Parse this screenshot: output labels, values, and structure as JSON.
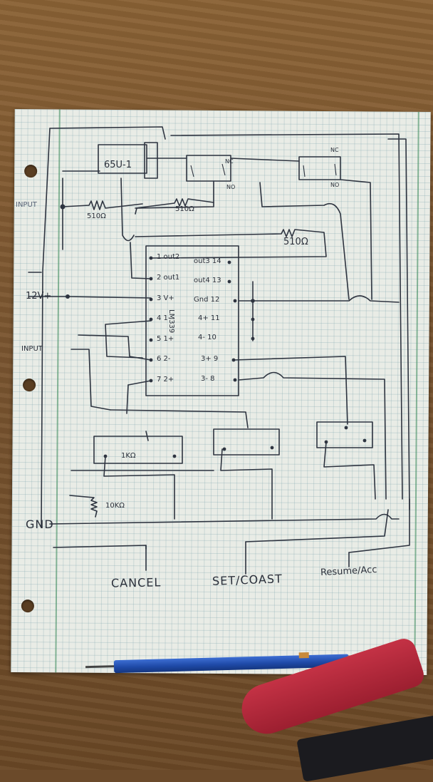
{
  "labels": {
    "relay1": "65U-1",
    "relay_nc": "NC",
    "relay_no": "NO",
    "res1": "510Ω",
    "res2": "510Ω",
    "res3": "510Ω",
    "res4": "10KΩ",
    "res5": "1KΩ",
    "input_top": "INPUT",
    "input_mid": "INPUT",
    "v12": "12V+",
    "gnd": "GND",
    "cancel": "CANCEL",
    "set_coast": "SET/COAST",
    "resume": "Resume/Acc",
    "chip_vertical": "LM339"
  },
  "pins_left": [
    "1 out2",
    "2 out1",
    "3 V+",
    "4 1-",
    "5 1+",
    "6 2-",
    "7 2+"
  ],
  "pins_right": [
    "out3 14",
    "out4 13",
    "Gnd 12",
    "4+ 11",
    "4- 10",
    "3+ 9",
    "3- 8"
  ],
  "colors": {
    "ink": "#2e3440",
    "paper": "#e9ece6",
    "pencil": "#1f4aa8",
    "tool": "#c43245"
  }
}
